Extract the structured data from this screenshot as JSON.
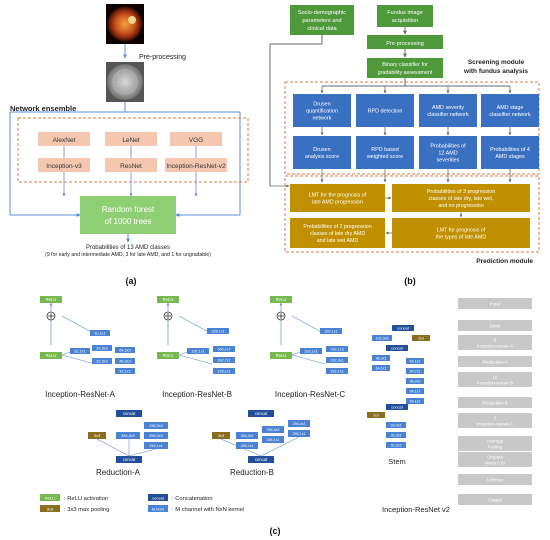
{
  "panel_a": {
    "preprocessing": "Pre-processing",
    "ensemble_title": "Network ensemble",
    "networks": [
      "AlexNet",
      "LeNet",
      "VGG",
      "Inception-v3",
      "ResNet",
      "Inception-ResNet-v2"
    ],
    "forest_line1": "Random forest",
    "forest_line2": "of 1000 trees",
    "out_line1": "Probabilities of 13 AMD classes",
    "out_line2": "(9 for early and intermediate AMD, 3 for late AMD, and 1 for ungradable)",
    "label": "(a)"
  },
  "panel_b": {
    "socio_line1": "Socio-demographic",
    "socio_line2": "parameters and",
    "socio_line3": "clinical data",
    "fundus_line1": "Fundus image",
    "fundus_line2": "acquisition",
    "preprocessing": "Pre-processing",
    "binary_line1": "Binary classifier for",
    "binary_line2": "gradability assessment",
    "screening_line1": "Screening module",
    "screening_line2": "with fundus analysis",
    "nets": [
      [
        "Drusen",
        "quantification",
        "network"
      ],
      [
        "RPD detection"
      ],
      [
        "AMD severity",
        "classifier network"
      ],
      [
        "AMD stage",
        "classifier network"
      ]
    ],
    "outs": [
      [
        "Drusen",
        "analysis score"
      ],
      [
        "RPD based",
        "weighted score"
      ],
      [
        "Probabilities of",
        "12 AMD",
        "severities"
      ],
      [
        "Probabilities of 4",
        "AMD stages"
      ]
    ],
    "pred": [
      [
        "LMT for the prognosis of",
        "late AMD progression"
      ],
      [
        "Probabilities of 3 progression",
        "classes of late dry, late wet,",
        "and no progression"
      ],
      [
        "Probabilities of 2 progression",
        "classes of late dry AMD",
        "and late wet AMD"
      ],
      [
        "LMT for prognosis of",
        "the types of late AMD"
      ]
    ],
    "prediction_title": "Prediction module",
    "label": "(b)"
  },
  "panel_c": {
    "titles": [
      "Inception-ResNet-A",
      "Inception-ResNet-B",
      "Inception-ResNet-C",
      "Reduction-A",
      "Reduction-B",
      "Stem",
      "Inception-ResNet v2"
    ],
    "relu": "ReLU",
    "concat": "concat",
    "blocks_A": [
      "32,1x1",
      "32,1x1",
      "32,3x3",
      "64,3x3",
      "32,3x3",
      "48,3x3",
      "32,1x1"
    ],
    "blocks_B": [
      "128,1x1",
      "192,1x1",
      "160,1x7",
      "192,7x1",
      "128,1x1"
    ],
    "blocks_C": [
      "192,1x1",
      "192,1x1",
      "192,1x3",
      "192,3x1",
      "192,1x1"
    ],
    "blocks_RA": [
      "3x3",
      "384,3x3",
      "256,3x3",
      "256,3x3",
      "256,1x1"
    ],
    "blocks_RB": [
      "3x3",
      "384,3x3",
      "256,3x3",
      "256,3x3",
      "256,1x1",
      "256,1x1",
      "256,1x1"
    ],
    "blocks_stem": [
      "192,3x3",
      "3x3",
      "96,3x3",
      "64,1x1",
      "64,1x1",
      "64,7x1",
      "96,3x3",
      "64,1x7",
      "64,1x1",
      "3x3",
      "64,3x3",
      "32,3x3",
      "32,3x3"
    ],
    "network_layers": [
      "Input",
      "Stem",
      "5 Inception-resnet-A",
      "Reduction-A",
      "10 Inception-resnet-B",
      "Reduction-B",
      "5 Inception-resnet-C",
      "Average Pooling",
      "Dropout (keep 0.8)",
      "Softmax",
      "Output"
    ],
    "legend": [
      {
        "sample": "ReLU",
        "text": ": ReLU activation"
      },
      {
        "sample": "concat",
        "text": ": Concatenation"
      },
      {
        "sample": "3x3",
        "text": ": 3x3 max pooling"
      },
      {
        "sample": "M,NxN",
        "text": ": M channel with NxN kernel"
      }
    ],
    "label": "(c)"
  },
  "colors": {
    "peach": "#f5c7b0",
    "green": "#8fcf74",
    "dark_green": "#4e9a3a",
    "blue": "#3a70c2",
    "gold": "#c09000",
    "relu": "#76b94e",
    "pool": "#8a6d1e",
    "gray": "#c8c8c8",
    "orange_dash": "#e07a4a",
    "arrow": "#5b8ed6"
  }
}
